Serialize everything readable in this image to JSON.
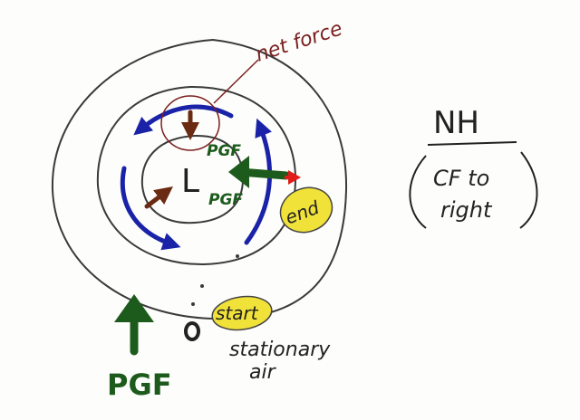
{
  "labels": {
    "net_force": "net force",
    "pgf_upper": "PGF",
    "pgf_lower": "PGF",
    "low_center": "L",
    "end": "end",
    "start": "start",
    "stationary": "stationary",
    "air": "air",
    "pgf_big": "PGF",
    "hemisphere": "NH",
    "cf_line1": "CF to",
    "cf_line2": "right"
  },
  "colors": {
    "ink": "#3a3a3a",
    "maroon": "#7a1f1f",
    "brown": "#6b2a12",
    "blue": "#1a23a8",
    "green": "#1d5b1d",
    "red": "#e21a1a",
    "yellow": "#f1e23a"
  }
}
